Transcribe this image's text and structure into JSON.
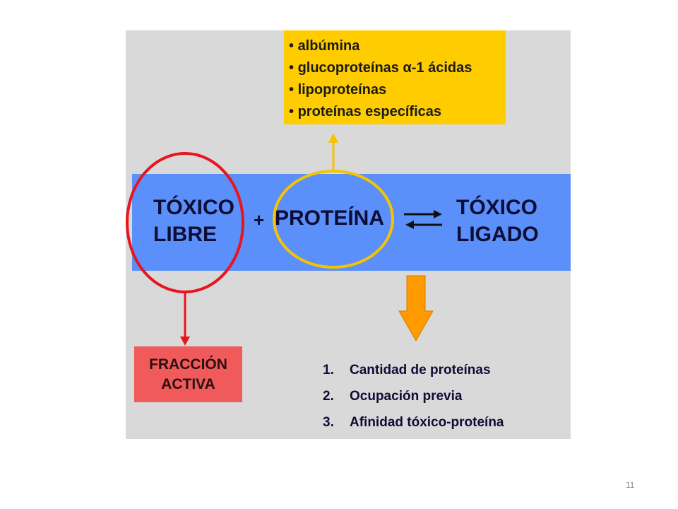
{
  "binding_proteins": {
    "items": [
      "albúmina",
      "glucoproteínas α-1 ácidas",
      "lipoproteínas",
      "proteínas específicas"
    ]
  },
  "equation": {
    "free_toxic_line1": "TÓXICO",
    "free_toxic_line2": "LIBRE",
    "plus": "+",
    "protein": "PROTEÍNA",
    "bound_toxic_line1": "TÓXICO",
    "bound_toxic_line2": "LIGADO"
  },
  "active_fraction": {
    "line1": "FRACCIÓN",
    "line2": "ACTIVA"
  },
  "factors": {
    "items": [
      {
        "num": "1.",
        "text": "Cantidad de proteínas"
      },
      {
        "num": "2.",
        "text": "Ocupación previa"
      },
      {
        "num": "3.",
        "text": "Afinidad tóxico-proteína"
      }
    ]
  },
  "page_number": "11",
  "colors": {
    "panel": "#d9d9d9",
    "band": "#5b8ff9",
    "yellow": "#ffcc00",
    "red_ring": "#e8141e",
    "yellow_ring": "#f5c400",
    "fraction_box": "#f05a5a",
    "orange_arrow": "#ff9a00"
  }
}
